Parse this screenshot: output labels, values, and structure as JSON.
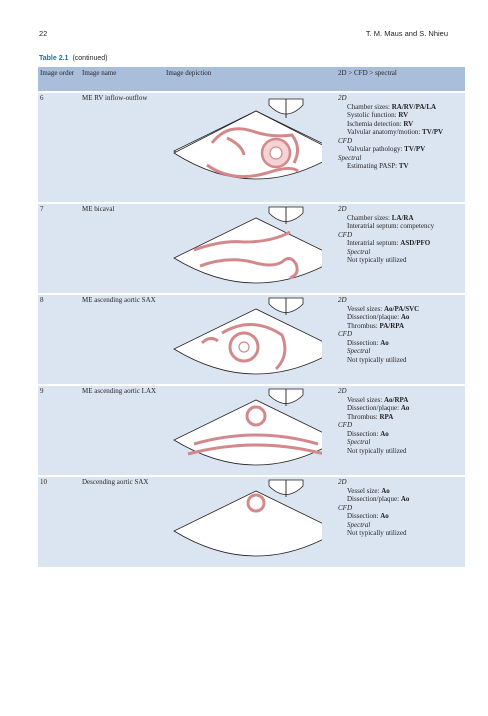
{
  "header": {
    "page_number": "22",
    "authors": "T. M. Maus and S. Nhieu"
  },
  "caption": {
    "number": "Table 2.1",
    "text": "(continued)"
  },
  "columns": [
    "Image order",
    "Image name",
    "Image depiction",
    "2D > CFD > spectral"
  ],
  "rows": [
    {
      "order": "6",
      "name": "ME RV inflow-outflow",
      "lines": [
        {
          "k": "section",
          "label": "2D"
        },
        {
          "k": "item",
          "label": "Chamber sizes: ",
          "value": "RA/RV/PA/LA"
        },
        {
          "k": "item",
          "label": "Systolic function: ",
          "value": "RV"
        },
        {
          "k": "item",
          "label": "Ischemia detection: ",
          "value": "RV"
        },
        {
          "k": "item",
          "label": "Valvular anatomy/motion: ",
          "value": "TV/PV"
        },
        {
          "k": "section",
          "label": "CFD"
        },
        {
          "k": "item",
          "label": "Valvular pathology: ",
          "value": "TV/PV"
        },
        {
          "k": "section",
          "label": "Spectral"
        },
        {
          "k": "item",
          "label": "Estimating PASP: ",
          "value": "TV"
        }
      ]
    },
    {
      "order": "7",
      "name": "ME bicaval",
      "lines": [
        {
          "k": "section",
          "label": "2D"
        },
        {
          "k": "item",
          "label": "Chamber sizes: ",
          "value": "LA/RA"
        },
        {
          "k": "item",
          "label": "Interatrial septum: competency",
          "value": ""
        },
        {
          "k": "section",
          "label": "CFD"
        },
        {
          "k": "item",
          "label": "Interatrial septum: ",
          "value": "ASD/PFO"
        },
        {
          "k": "sub",
          "label": "Spectral"
        },
        {
          "k": "item",
          "label": "Not typically utilized",
          "value": ""
        }
      ]
    },
    {
      "order": "8",
      "name": "ME ascending aortic SAX",
      "lines": [
        {
          "k": "section",
          "label": "2D"
        },
        {
          "k": "item",
          "label": "Vessel sizes: ",
          "value": "Ao/PA/SVC"
        },
        {
          "k": "item",
          "label": "Dissection/plaque: ",
          "value": "Ao"
        },
        {
          "k": "item",
          "label": "Thrombus: ",
          "value": "PA/RPA"
        },
        {
          "k": "section",
          "label": "CFD"
        },
        {
          "k": "item",
          "label": "Dissection: ",
          "value": "Ao"
        },
        {
          "k": "sub",
          "label": "Spectral"
        },
        {
          "k": "item",
          "label": "Not typically utilized",
          "value": ""
        }
      ]
    },
    {
      "order": "9",
      "name": "ME ascending aortic LAX",
      "lines": [
        {
          "k": "section",
          "label": "2D"
        },
        {
          "k": "item",
          "label": "Vessel sizes: ",
          "value": "Ao/RPA"
        },
        {
          "k": "item",
          "label": "Dissection/plaque: ",
          "value": "Ao"
        },
        {
          "k": "item",
          "label": "Thrombus: ",
          "value": "RPA"
        },
        {
          "k": "section",
          "label": "CFD"
        },
        {
          "k": "item",
          "label": "Dissection: ",
          "value": "Ao"
        },
        {
          "k": "sub",
          "label": "Spectral"
        },
        {
          "k": "item",
          "label": "Not typically utilized",
          "value": ""
        }
      ]
    },
    {
      "order": "10",
      "name": "Descending aortic SAX",
      "lines": [
        {
          "k": "section",
          "label": "2D"
        },
        {
          "k": "item",
          "label": "Vessel size: ",
          "value": "Ao"
        },
        {
          "k": "item",
          "label": "Dissection/plaque: ",
          "value": "Ao"
        },
        {
          "k": "section",
          "label": "CFD"
        },
        {
          "k": "item",
          "label": "Dissection: ",
          "value": "Ao"
        },
        {
          "k": "sub",
          "label": "Spectral"
        },
        {
          "k": "item",
          "label": "Not typically utilized",
          "value": ""
        }
      ]
    }
  ],
  "colors": {
    "caption_accent": "#1a6fb5",
    "header_fill": "#a9bedb",
    "row_fill": "#dbe5f2",
    "structure": "#d4888a"
  }
}
